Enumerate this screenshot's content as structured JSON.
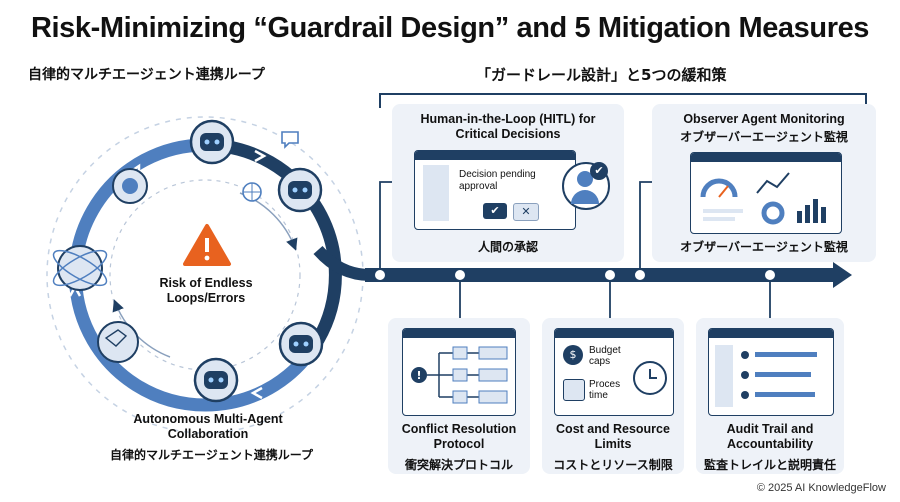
{
  "title": "Risk-Minimizing “Guardrail Design” and 5 Mitigation Measures",
  "left": {
    "heading": "自律的マルチエージェント連携ループ",
    "center_label": "Risk of Endless Loops/Errors",
    "caption_en": "Autonomous Multi-Agent Collaboration",
    "caption_jp": "自律的マルチエージェント連携ループ"
  },
  "right_heading": "「ガードレール設計」と5つの緩和策",
  "measures": {
    "hitl": {
      "title": "Human-in-the-Loop (HITL) for Critical Decisions",
      "panel_text": "Decision pending approval",
      "jp": "人間の承認"
    },
    "observer": {
      "title": "Observer Agent Monitoring",
      "title_jp": "オブザーバーエージェント監視",
      "jp": "オブザーバーエージェント監視"
    },
    "conflict": {
      "title": "Conflict Resolution Protocol",
      "jp": "衝突解決プロトコル"
    },
    "cost": {
      "title": "Cost and Resource Limits",
      "budget": "Budget caps",
      "process": "Proces time",
      "jp": "コストとリソース制限"
    },
    "audit": {
      "title": "Audit Trail and Accountability",
      "jp": "監査トレイルと説明責任"
    }
  },
  "footer": "© 2025 AI KnowledgeFlow",
  "colors": {
    "navy": "#1f3f63",
    "accent_blue": "#4f7fbf",
    "light_blue": "#dde6f2",
    "warning": "#e8621f",
    "card_bg": "#eef2f8"
  }
}
